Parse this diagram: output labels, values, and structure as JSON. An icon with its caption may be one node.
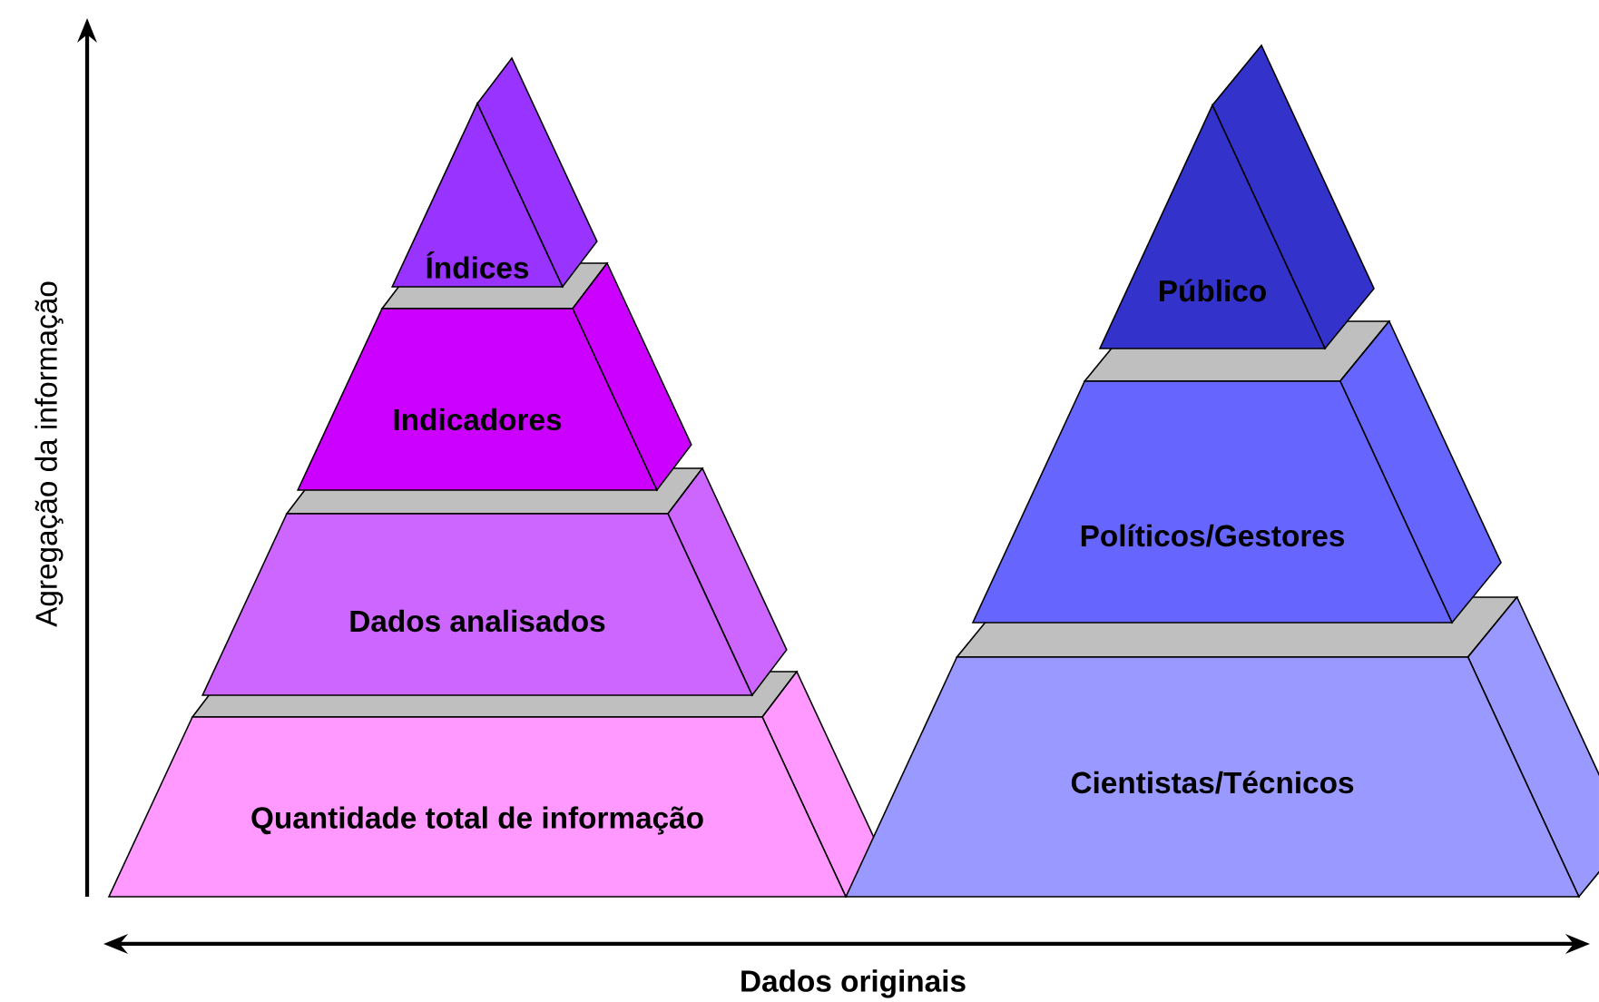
{
  "diagram": {
    "nodes": [
      {
        "text": [
          "Índices"
        ]
      },
      {
        "text": [
          "Indicadores"
        ]
      },
      {
        "text": [
          "Dados analisados"
        ]
      },
      {
        "text": [
          "Quantidade total de informação"
        ]
      },
      {
        "text": [
          "Público"
        ]
      },
      {
        "text": [
          "Políticos/Gestores"
        ]
      },
      {
        "text": [
          "Cientistas/Técnicos"
        ]
      }
    ],
    "edges": [],
    "labels": [
      "Agregação da informação",
      "Dados originais"
    ]
  }
}
